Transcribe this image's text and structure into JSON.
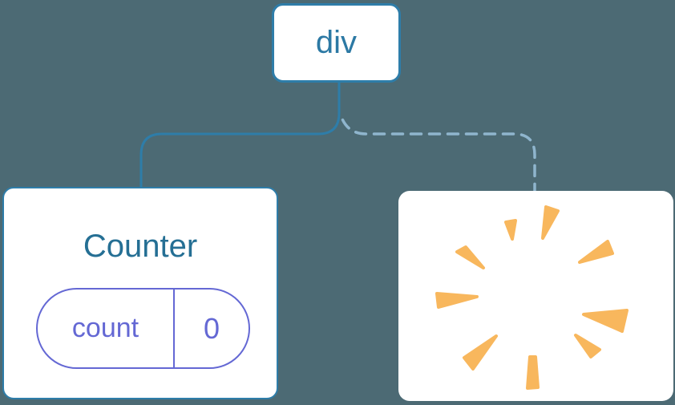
{
  "colors": {
    "bg": "#4C6A74",
    "stroke": "#2E7DA9",
    "dash": "#8FB5CD",
    "div_text": "#2C79A4",
    "heading": "#256F94",
    "pill": "#6468D4",
    "burst": "#F8B75D",
    "card_bg": "#FFFFFF"
  },
  "nodes": {
    "root": {
      "label": "div"
    },
    "counter": {
      "title": "Counter",
      "state_key": "count",
      "state_value": "0",
      "link_style": "solid"
    },
    "poof": {
      "icon": "poof-burst-icon",
      "link_style": "dashed"
    }
  }
}
